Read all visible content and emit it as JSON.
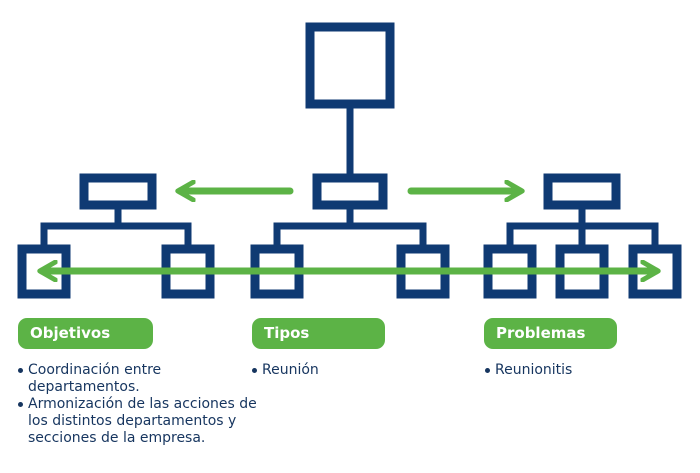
{
  "colors": {
    "navy": "#0f3a73",
    "green": "#5cb346",
    "text": "#16355f"
  },
  "columns": [
    {
      "title": "Objetivos",
      "bullets": [
        "Coordinación entre departamentos.",
        "Armonización de las acciones de los distintos departamentos y secciones de la empresa."
      ]
    },
    {
      "title": "Tipos",
      "bullets": [
        "Reunión"
      ]
    },
    {
      "title": "Problemas",
      "bullets": [
        "Reunionitis"
      ]
    }
  ]
}
